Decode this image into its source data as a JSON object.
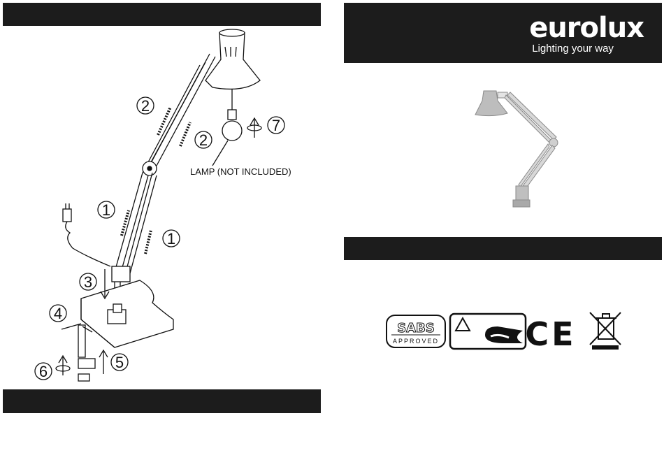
{
  "brand": {
    "name": "eurolux",
    "tagline": "Lighting your way"
  },
  "diagram": {
    "steps": [
      "1",
      "1",
      "2",
      "2",
      "3",
      "4",
      "5",
      "6",
      "7"
    ],
    "lamp_label": "LAMP (NOT INCLUDED)"
  },
  "certifications": {
    "sabs": {
      "top": "SABS",
      "bottom": "APPROVED"
    },
    "ce": "CE"
  }
}
